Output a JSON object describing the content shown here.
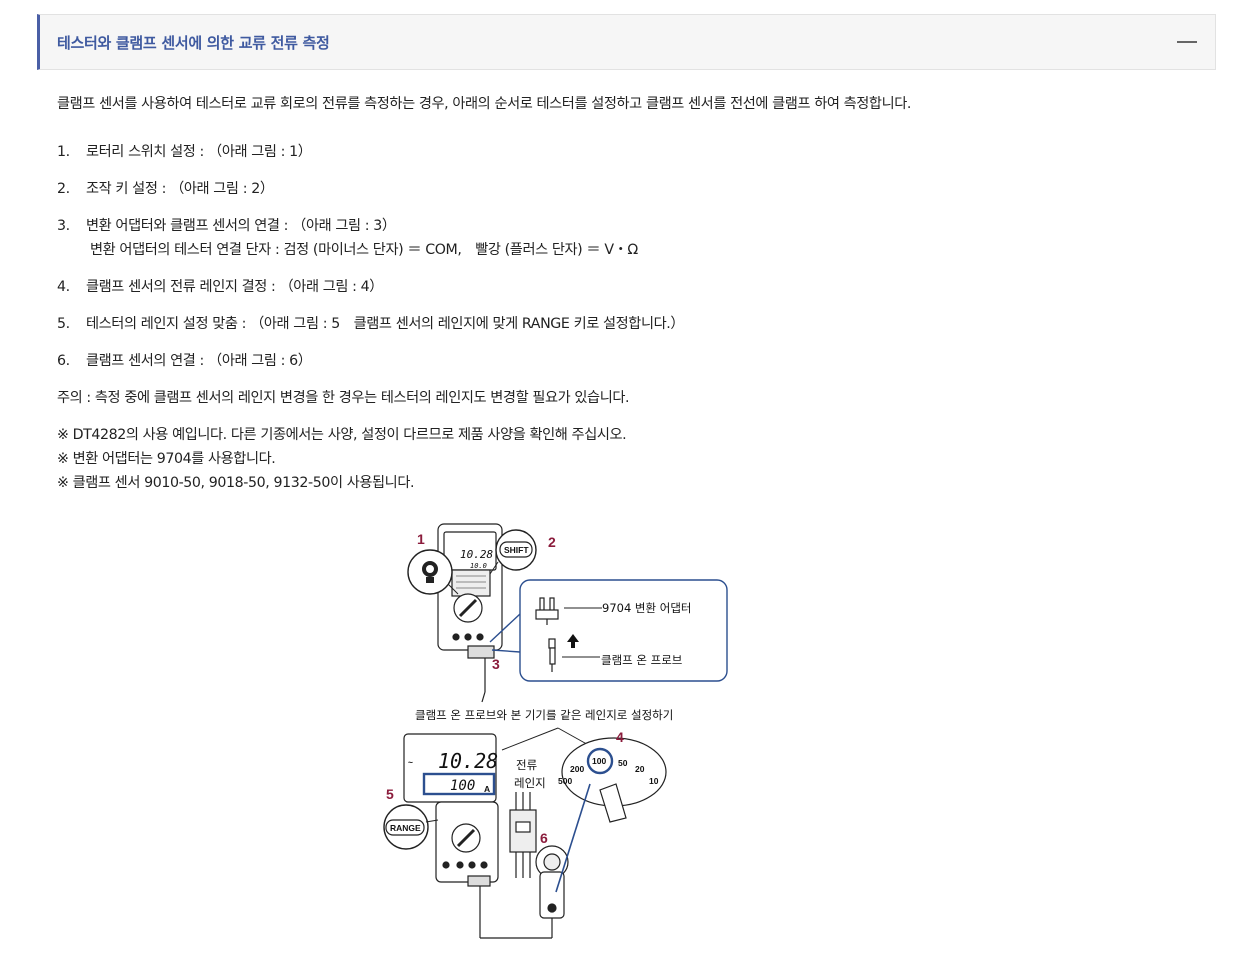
{
  "header": {
    "title": "테스터와 클램프 센서에 의한 교류 전류 측정"
  },
  "intro": "클램프 센서를 사용하여 테스터로 교류 회로의 전류를 측정하는 경우, 아래의 순서로 테스터를 설정하고 클램프 센서를 전선에 클램프 하여 측정합니다.",
  "steps": [
    {
      "num": "1.",
      "text": "로터리 스위치 설정 : （아래 그림 : 1）"
    },
    {
      "num": "2.",
      "text": "조작 키 설정 : （아래 그림 : 2）"
    },
    {
      "num": "3.",
      "text": "변환 어댑터와 클램프 센서의 연결 : （아래 그림 : 3）",
      "sub": "변환 어댑터의 테스터 연결 단자 : 검정 (마이너스 단자) ＝ COM,　빨강 (플러스 단자) ＝ V・Ω"
    },
    {
      "num": "4.",
      "text": "클램프 센서의 전류 레인지 결정 : （아래 그림 : 4）"
    },
    {
      "num": "5.",
      "text": "테스터의 레인지 설정 맞춤 : （아래 그림 : 5　클램프 센서의 레인지에 맞게 RANGE 키로 설정합니다.）"
    },
    {
      "num": "6.",
      "text": "클램프 센서의 연결 : （아래 그림 : 6）"
    }
  ],
  "caution": "주의 : 측정 중에 클램프 센서의 레인지 변경을 한 경우는 테스터의 레인지도 변경할 필요가 있습니다.",
  "notes": [
    "※ DT4282의 사용 예입니다. 다른 기종에서는 사양, 설정이 다르므로 제품 사양을 확인해 주십시오.",
    "※ 변환 어댑터는 9704를 사용합니다.",
    "※ 클램프 센서 9010-50, 9018-50, 9132-50이 사용됩니다."
  ],
  "figure": {
    "callouts": [
      "1",
      "2",
      "3",
      "4",
      "5",
      "6"
    ],
    "shift_key": "SHIFT",
    "range_key": "RANGE",
    "adapter_label": "9704 변환 어댑터",
    "probe_label": "클램프 온 프로브",
    "range_caption": "클램프 온 프로브와 본 기기를 같은 레인지로 설정하기",
    "current_range_label_1": "전류",
    "current_range_label_2": "레인지",
    "lcd_main_top": "10.28",
    "lcd_main_bottom": "10.0",
    "lcd_zoom_main": "10.28",
    "lcd_zoom_sub": "100",
    "lcd_zoom_unit": "A",
    "dial_values": [
      "500",
      "200",
      "100",
      "50",
      "20",
      "10"
    ],
    "colors": {
      "callout": "#8b1c3c",
      "highlight": "#2c4f8f",
      "header_accent": "#4a5fa6",
      "title": "#3f5aa0"
    }
  }
}
